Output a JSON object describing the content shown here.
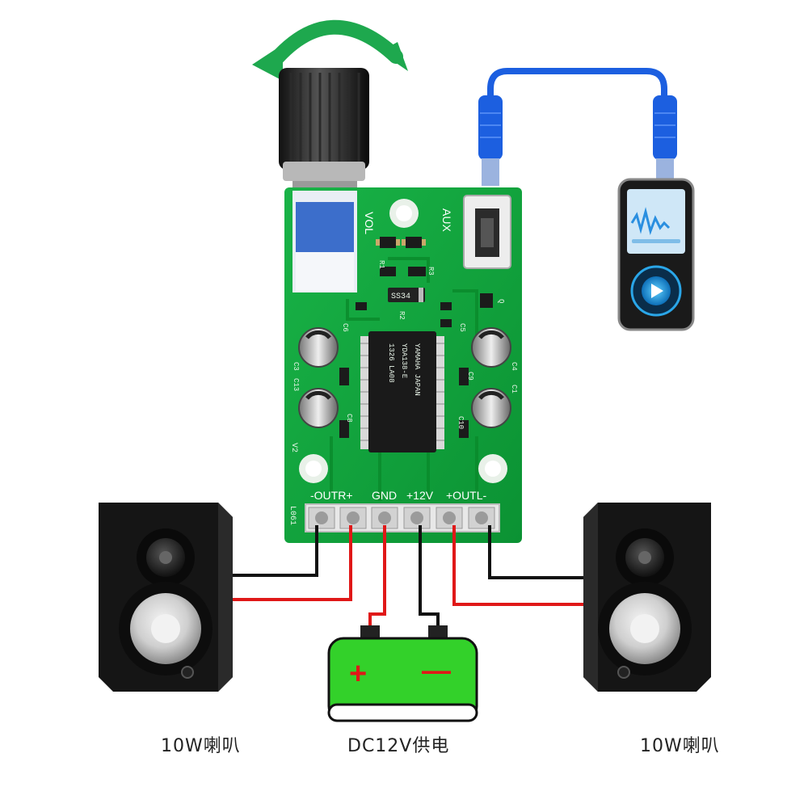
{
  "board": {
    "knob_label": "VOL",
    "aux_label": "AUX",
    "chip_text": [
      "YAMAHA JAPAN",
      "YDA138-E",
      "1326 LA08"
    ],
    "diode_text": "SS34",
    "terminal_label_left": "-OUTR+",
    "terminal_label_gnd": "GND",
    "terminal_label_12v": "+12V",
    "terminal_label_right": "+OUTL-",
    "silk": {
      "r1": "R1",
      "r2": "R2",
      "r3": "R3",
      "q": "Q",
      "c6": "C6",
      "c3": "C3",
      "c13": "C13",
      "c4": "C4",
      "c1": "C1",
      "c5": "C5",
      "c9": "C9",
      "c8": "C8",
      "c10": "C10",
      "v2": "V2",
      "side": "L061"
    }
  },
  "battery": {
    "plus": "+",
    "minus": "—"
  },
  "captions": {
    "left_speaker": "10W喇叭",
    "power": "DC12V供电",
    "right_speaker": "10W喇叭"
  },
  "colors": {
    "pcb": "#0fa53a",
    "battery": "#33d12a",
    "wire_red": "#e01818",
    "wire_black": "#111111",
    "cable_blue": "#1c5fe0",
    "arrow": "#1ea84e"
  },
  "player": {
    "icon": "play-icon"
  }
}
